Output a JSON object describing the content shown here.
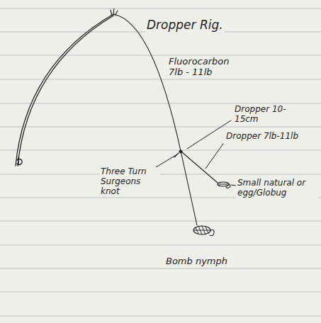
{
  "diagram": {
    "title": "Dropper Rig.",
    "labels": [
      "Fluorocarbon 7lb - 11lb",
      "Dropper 10-15cm",
      "Dropper 7lb-11lb",
      "Three Turn Surgeons knot",
      "Small natural or egg/Globug",
      "Bomb nymph"
    ]
  }
}
